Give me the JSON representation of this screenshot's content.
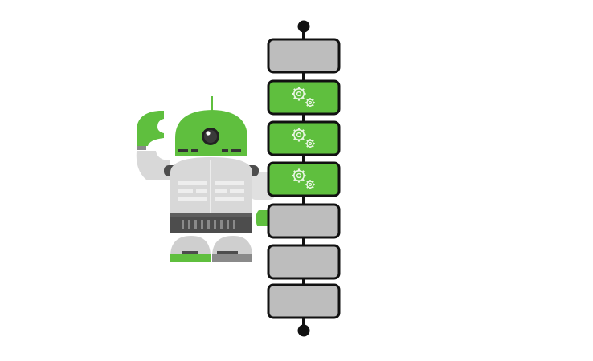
{
  "colors": {
    "background": "#ffffff",
    "accent_green": "#5fbf3e",
    "green_dark": "#4a9f2e",
    "block_gray": "#bdbdbd",
    "outline": "#111111",
    "robot_body": "#d8d8d8",
    "robot_body_light": "#e6e6e6",
    "robot_dark": "#4d4d4d",
    "robot_mid": "#8a8a8a",
    "gear_white": "#eaf6e4"
  },
  "illustration": {
    "robot_icon": "robot-icon",
    "pipeline_icon": "process-chain-icon",
    "gear_icon": "gears-icon",
    "pipeline_blocks": [
      {
        "state": "idle"
      },
      {
        "state": "active"
      },
      {
        "state": "active"
      },
      {
        "state": "active"
      },
      {
        "state": "idle"
      },
      {
        "state": "idle"
      },
      {
        "state": "idle"
      }
    ]
  }
}
